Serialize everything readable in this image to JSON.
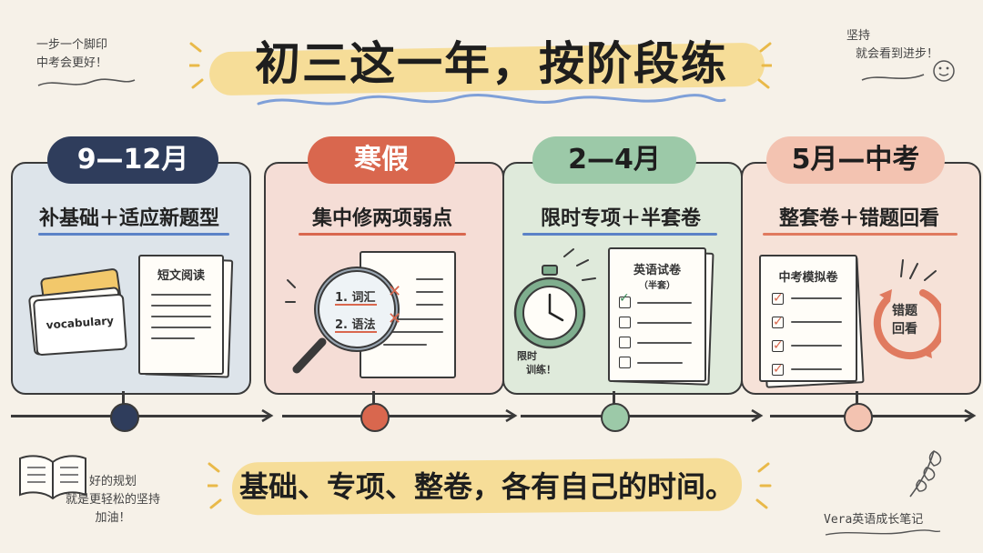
{
  "title": "初三这一年，按阶段练",
  "notes": {
    "top_left": [
      "一步一个脚印",
      "中考会更好！"
    ],
    "top_right": [
      "坚持",
      "就会看到进步！"
    ],
    "bottom_left": [
      "好的规划",
      "就是更轻松的坚持",
      "加油！"
    ],
    "signature": "Vera英语成长笔记"
  },
  "stages": [
    {
      "label": "9—12月",
      "subtitle": "补基础＋适应新题型",
      "color": "#2f3d5c",
      "bg": "#dde4ea",
      "underline": "#5b82c7",
      "flash_card": "vocabulary",
      "doc_title": "短文阅读"
    },
    {
      "label": "寒假",
      "subtitle": "集中修两项弱点",
      "color": "#d9674e",
      "bg": "#f5ddd6",
      "underline": "#d9674e",
      "items": [
        "1. 词汇",
        "2. 语法"
      ]
    },
    {
      "label": "2—4月",
      "subtitle": "限时专项＋半套卷",
      "color": "#9cc9a8",
      "bg": "#dfeadb",
      "underline": "#5b82c7",
      "doc_title": "英语试卷",
      "doc_sub": "（半套）",
      "timer_note": [
        "限时",
        "训练！"
      ]
    },
    {
      "label": "5月—中考",
      "subtitle": "整套卷＋错题回看",
      "color": "#f3c3b1",
      "bg": "#f6e2d8",
      "underline": "#e07a5f",
      "doc_title": "中考模拟卷",
      "review": [
        "错题",
        "回看"
      ]
    }
  ],
  "bottom": "基础、专项、整卷，各有自己的时间。"
}
